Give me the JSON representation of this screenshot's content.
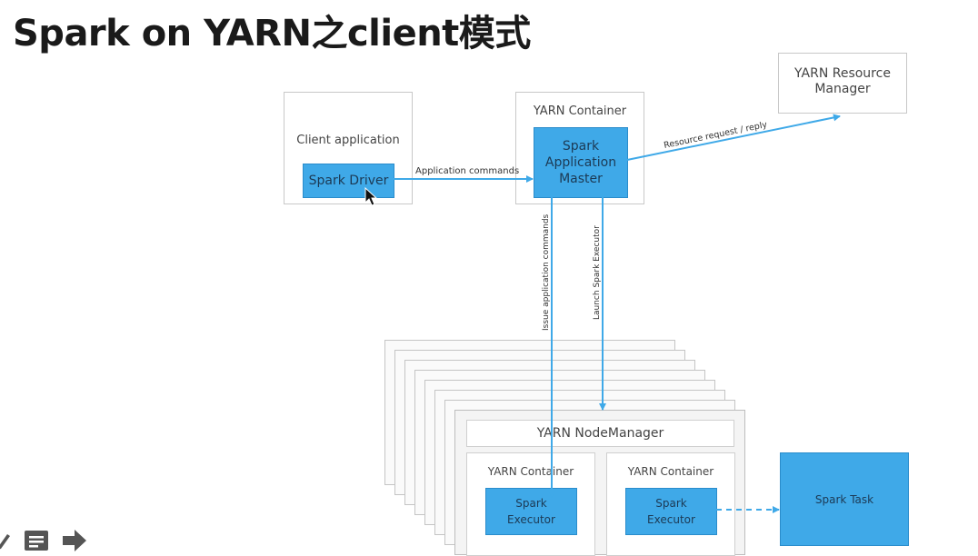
{
  "title": "Spark on YARN之client模式",
  "diagram": {
    "client_app": {
      "label": "Client application",
      "driver": "Spark Driver"
    },
    "yarn_container_top": {
      "label": "YARN Container",
      "am": "Spark\nApplication\nMaster"
    },
    "resource_manager": {
      "label": "YARN Resource\nManager"
    },
    "node_manager": {
      "label": "YARN NodeManager"
    },
    "container_left": {
      "label": "YARN Container",
      "executor": "Spark\nExecutor"
    },
    "container_right": {
      "label": "YARN Container",
      "executor": "Spark\nExecutor"
    },
    "spark_task": {
      "label": "Spark Task"
    },
    "edges": {
      "app_commands": "Application commands",
      "resource_request": "Resource request / reply",
      "issue_commands": "Issue application commands",
      "launch_executor": "Launch Spark Executor"
    }
  },
  "colors": {
    "accent_blue": "#3fa9e8",
    "arrow_blue": "#3fa9e8",
    "box_border": "#c8c8c8"
  },
  "toolbar": {
    "icons": [
      "pen-icon",
      "notes-icon",
      "next-arrow-icon"
    ]
  }
}
